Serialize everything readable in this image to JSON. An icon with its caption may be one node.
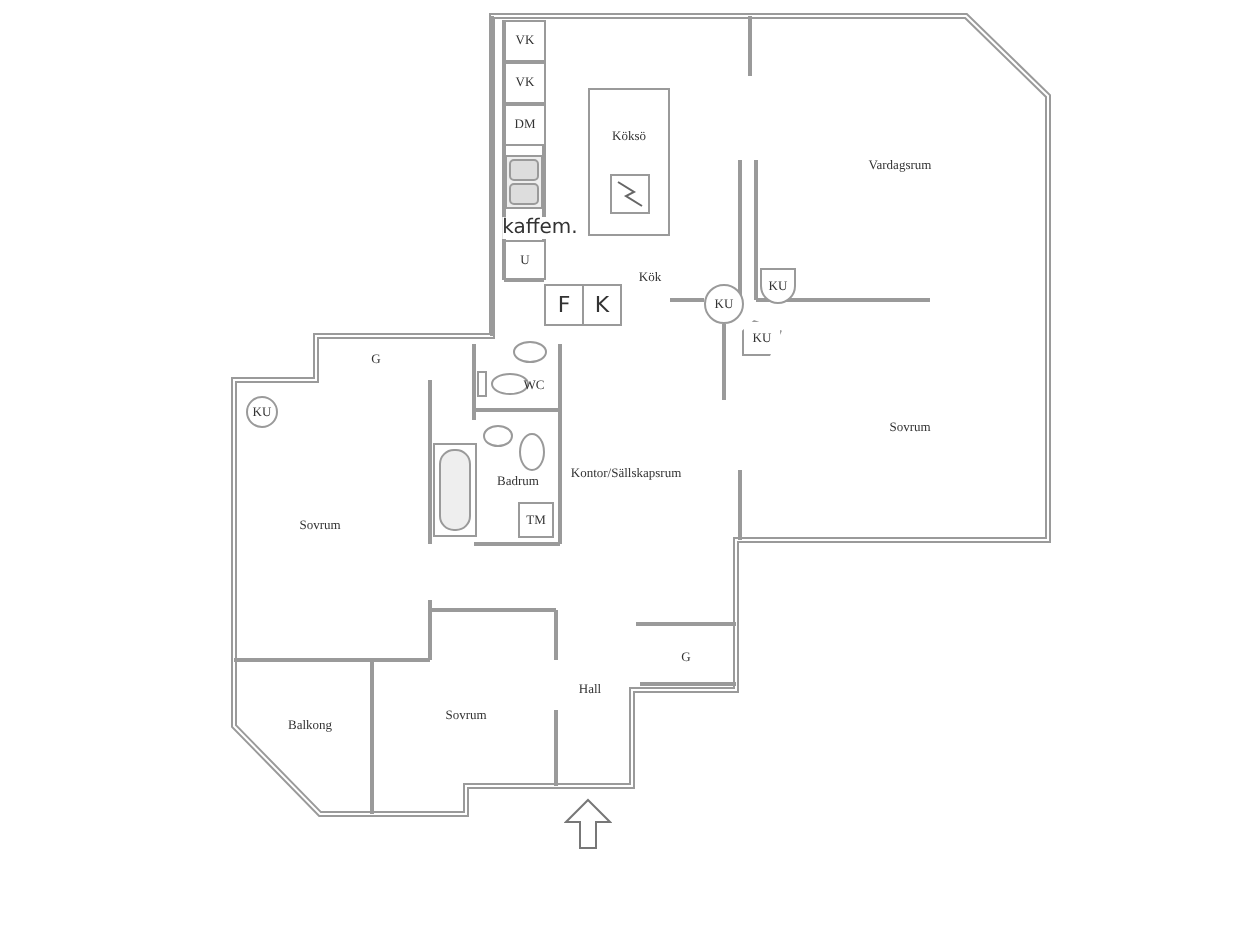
{
  "diagram": {
    "nodes": [
      {
        "text": [
          "VK"
        ]
      },
      {
        "text": [
          "VK"
        ]
      },
      {
        "text": [
          "DM"
        ]
      },
      {
        "text": [
          "U"
        ]
      },
      {
        "text": [
          "F"
        ]
      },
      {
        "text": [
          "K"
        ]
      },
      {
        "text": [
          "Köksö"
        ]
      },
      {
        "text": [
          "KU"
        ]
      },
      {
        "text": [
          "KU"
        ]
      },
      {
        "text": [
          "KU"
        ]
      },
      {
        "text": [
          "KU"
        ]
      },
      {
        "text": [
          "TM"
        ]
      }
    ],
    "labels": [
      "Vardagsrum",
      "kaffem.",
      "Kök",
      "G",
      "WC",
      "Sovrum",
      "Kontor/Sällskapsrum",
      "Badrum",
      "Sovrum",
      "G",
      "Hall",
      "Sovrum",
      "Balkong"
    ]
  }
}
